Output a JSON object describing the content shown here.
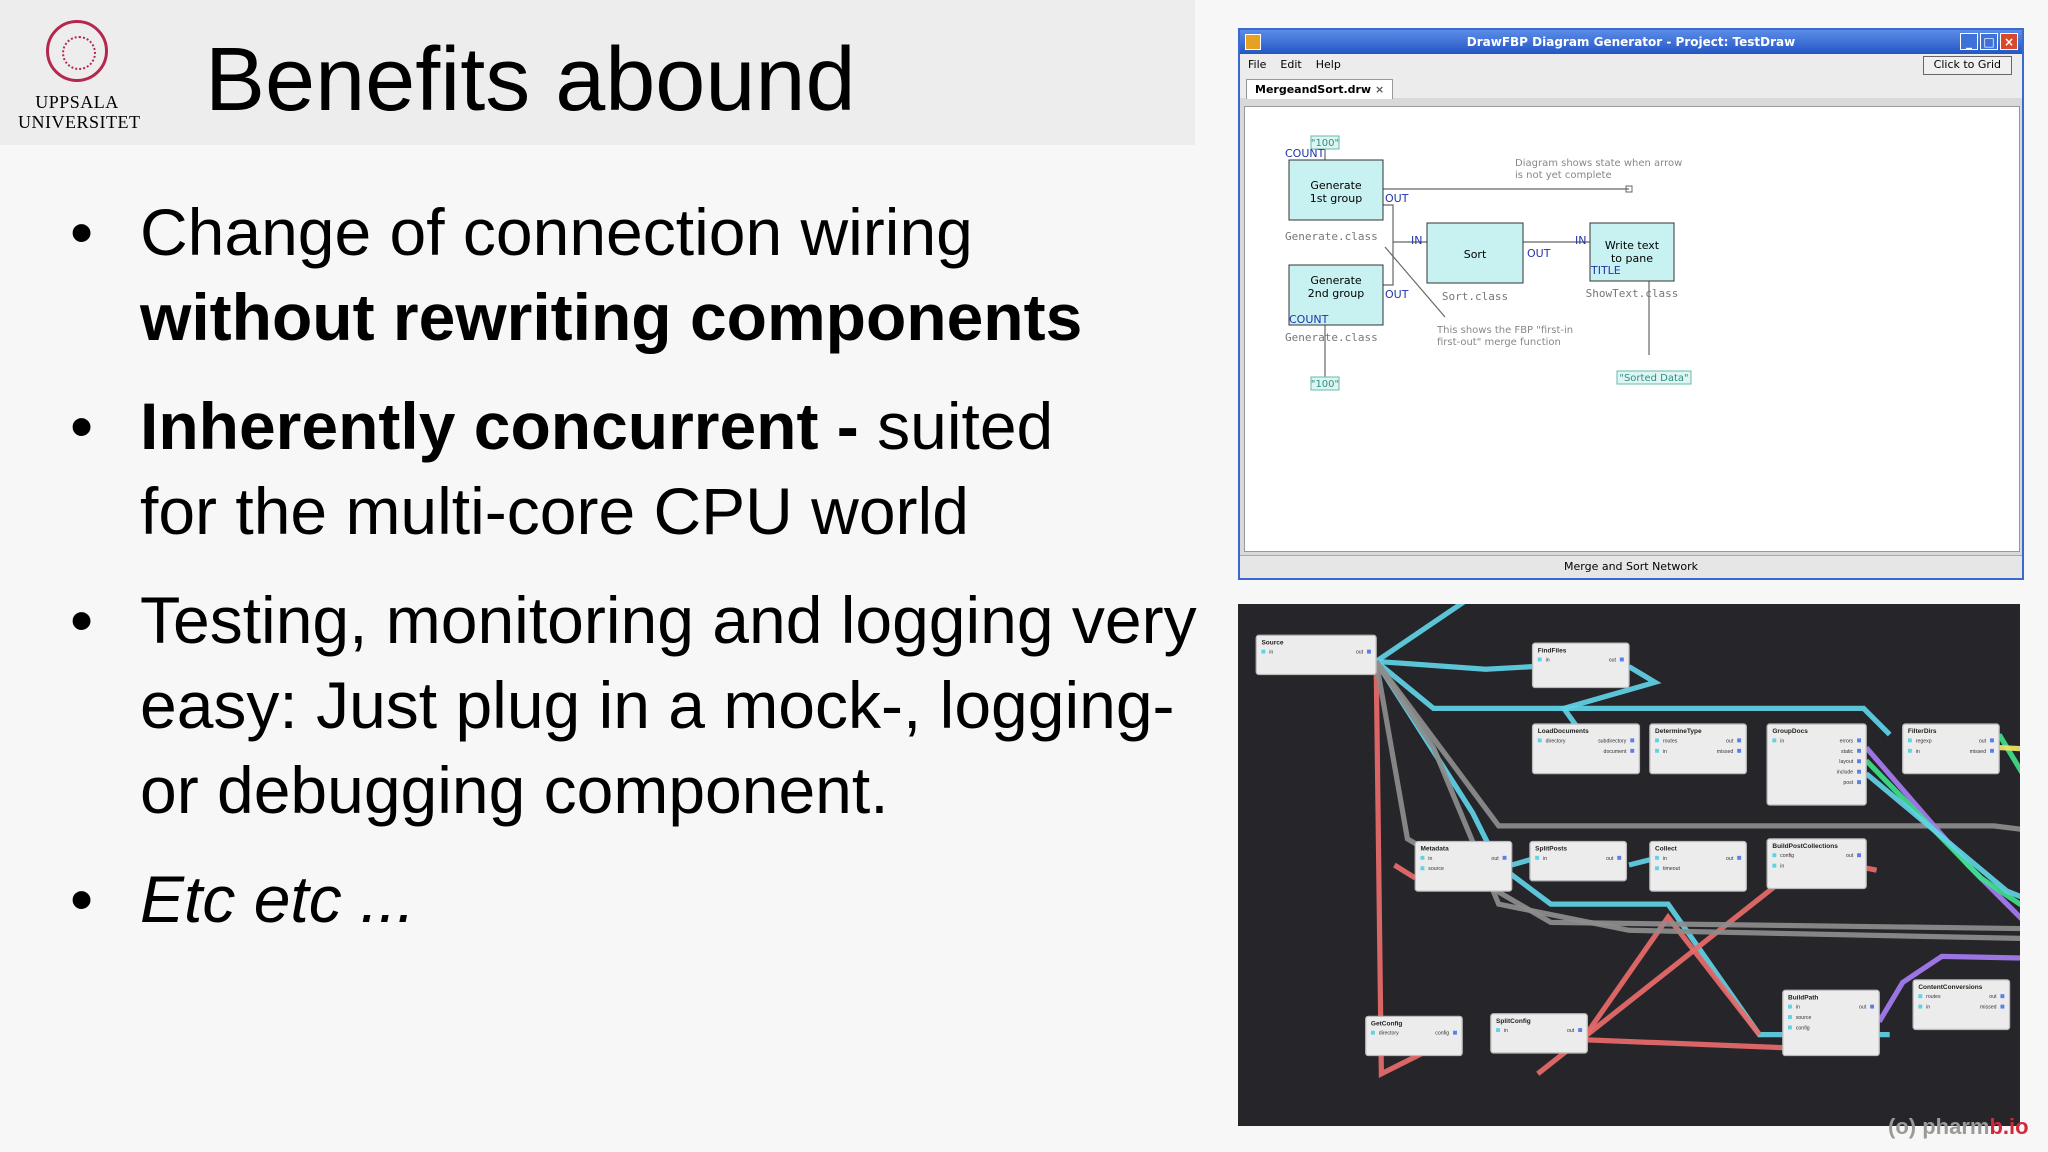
{
  "slide": {
    "logo_text": "UPPSALA UNIVERSITET",
    "title": "Benefits abound",
    "bullet_symbol": "•",
    "bullets": [
      {
        "line1": "Change of connection wiring",
        "line2_bold": "without rewriting components"
      },
      {
        "bold": "Inherently concurrent -",
        "rest": " suited",
        "line2": "for the multi-core CPU world"
      },
      {
        "line1": "Testing, monitoring and logging very",
        "line2": "easy:  Just plug in a mock-, logging-",
        "line3": "or debugging component."
      },
      {
        "italic": "Etc etc ..."
      }
    ]
  },
  "drawfbp": {
    "window_title": "DrawFBP Diagram Generator - Project: TestDraw",
    "controls": [
      "_",
      "□",
      "×"
    ],
    "menus": [
      "File",
      "Edit",
      "Help"
    ],
    "click_to_grid": "Click to Grid",
    "tab": "MergeandSort.drw",
    "tab_close": "×",
    "status": "Merge and Sort Network",
    "iip1": "\"100\"",
    "iip2": "\"100\"",
    "iip3": "\"Sorted Data\"",
    "count_label": "COUNT",
    "out_label": "OUT",
    "in_label": "IN",
    "title_label": "TITLE",
    "gen1": [
      "Generate",
      "1st group"
    ],
    "gen2": [
      "Generate",
      "2nd group"
    ],
    "gen_class": "Generate.class",
    "sort": "Sort",
    "sort_class": "Sort.class",
    "write": [
      "Write text",
      "to pane"
    ],
    "show_class": "ShowText.class",
    "note1": [
      "Diagram shows state when arrow",
      "is not yet complete"
    ],
    "note2": [
      "This shows the FBP \"first-in",
      "first-out\" merge function"
    ]
  },
  "graph_editor": {
    "nodes": {
      "source": {
        "title": "Source",
        "ports_l": [
          "in"
        ],
        "ports_r": [
          "out"
        ]
      },
      "findfiles": {
        "title": "FindFiles",
        "ports_l": [
          "in"
        ],
        "ports_r": [
          "out"
        ]
      },
      "loaddocs": {
        "title": "LoadDocuments",
        "ports_l": [
          "directory"
        ],
        "ports_r": [
          "subdirectory",
          "document"
        ]
      },
      "determinetype": {
        "title": "DetermineType",
        "ports_l": [
          "routes",
          "in"
        ],
        "ports_r": [
          "out",
          "missed"
        ]
      },
      "groupdocs": {
        "title": "GroupDocs",
        "ports_l": [
          "in"
        ],
        "ports_r": [
          "errors",
          "static",
          "layout",
          "include",
          "post"
        ]
      },
      "filterdirs": {
        "title": "FilterDirs",
        "ports_l": [
          "regexp",
          "in"
        ],
        "ports_r": [
          "out",
          "missed"
        ]
      },
      "metadata": {
        "title": "Metadata",
        "ports_l": [
          "in",
          "source"
        ],
        "ports_r": [
          "out"
        ]
      },
      "splitposts": {
        "title": "SplitPosts",
        "ports_l": [
          "in"
        ],
        "ports_r": [
          "out"
        ]
      },
      "collect": {
        "title": "Collect",
        "ports_l": [
          "in",
          "timeout"
        ],
        "ports_r": [
          "out"
        ]
      },
      "buildpost": {
        "title": "BuildPostCollections",
        "ports_l": [
          "config",
          "in"
        ],
        "ports_r": [
          "out"
        ]
      },
      "contentconv": {
        "title": "ContentConversions",
        "ports_l": [
          "routes",
          "in"
        ],
        "ports_r": [
          "out",
          "missed"
        ]
      },
      "getconfig": {
        "title": "GetConfig",
        "ports_l": [
          "directory"
        ],
        "ports_r": [
          "config"
        ]
      },
      "splitconfig": {
        "title": "SplitConfig",
        "ports_l": [
          "in"
        ],
        "ports_r": [
          "out"
        ]
      },
      "buildpath": {
        "title": "BuildPath",
        "ports_l": [
          "in",
          "source",
          "config"
        ],
        "ports_r": [
          "out"
        ]
      }
    },
    "watermark_pre": "(o) pharm",
    "watermark_post": "b.io"
  }
}
